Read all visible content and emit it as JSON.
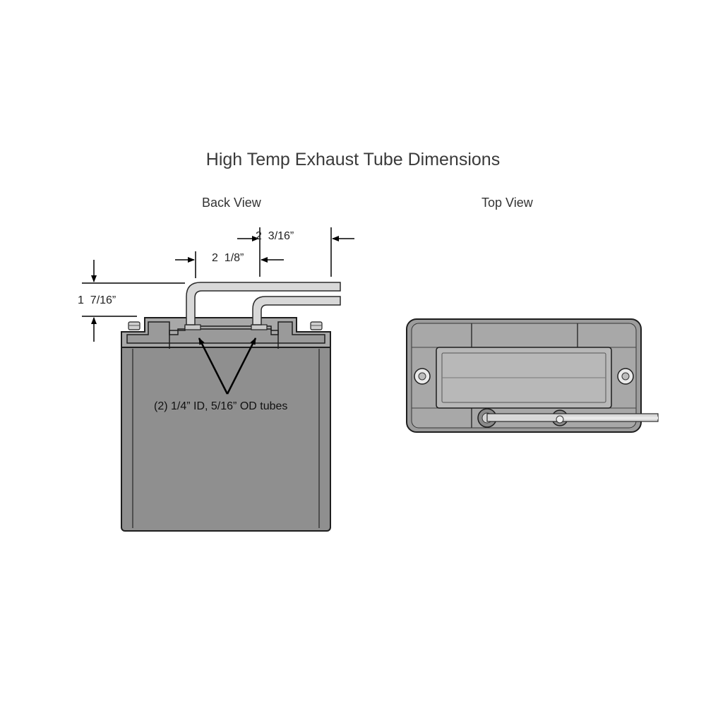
{
  "title": "High Temp Exhaust Tube Dimensions",
  "views": {
    "back": "Back View",
    "top": "Top View"
  },
  "dimensions": {
    "tube_span": "2  3/16”",
    "tube_spacing": "2  1/8”",
    "tube_height": "1  7/16”"
  },
  "callout": "(2) 1/4” ID, 5/16” OD tubes",
  "colors": {
    "body": "#8f8f8f",
    "outline": "#1e1e1e",
    "tube": "#d8d8d8",
    "top_face": "#b8b8b8"
  }
}
